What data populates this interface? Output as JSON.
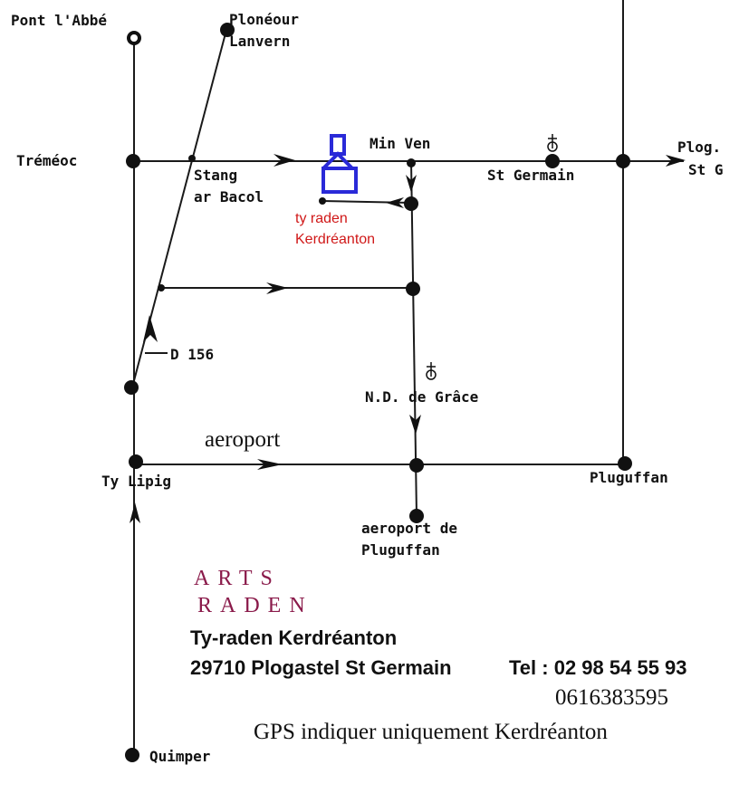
{
  "map": {
    "places": {
      "pont_labbe": "Pont l'Abbé",
      "ploneour_lanvern": [
        "Plonéour",
        "Lanvern"
      ],
      "tremeoc": "Tréméoc",
      "stang_ar_bacol": [
        "Stang",
        "ar Bacol"
      ],
      "min_ven": "Min Ven",
      "st_germain": "St Germain",
      "plog_st_g": [
        "Plog.",
        "St G"
      ],
      "d156": "D 156",
      "nd_de_grace": "N.D. de Grâce",
      "ty_lipig": "Ty Lipig",
      "pluguffan": "Pluguffan",
      "aeroport_de_pluguffan": [
        "aeroport de",
        "Pluguffan"
      ],
      "quimper": "Quimper"
    },
    "destination": [
      "ty raden",
      "Kerdréanton"
    ],
    "aeroport_label": "aeroport",
    "church_icon": "church-cross-icon",
    "destination_icon": "house-marker-icon",
    "colors": {
      "roads": "#1a1a1a",
      "destination": "#d01818",
      "marker": "#2a2ad8",
      "brand": "#8a1a4a"
    }
  },
  "footer": {
    "brand_line1": "ARTS",
    "brand_line2": "RADEN",
    "name": "Ty-raden Kerdréanton",
    "address": "29710 Plogastel St Germain",
    "phone": "Tel : 02 98 54 55 93",
    "mobile": "0616383595",
    "gps": "GPS indiquer uniquement Kerdréanton"
  }
}
